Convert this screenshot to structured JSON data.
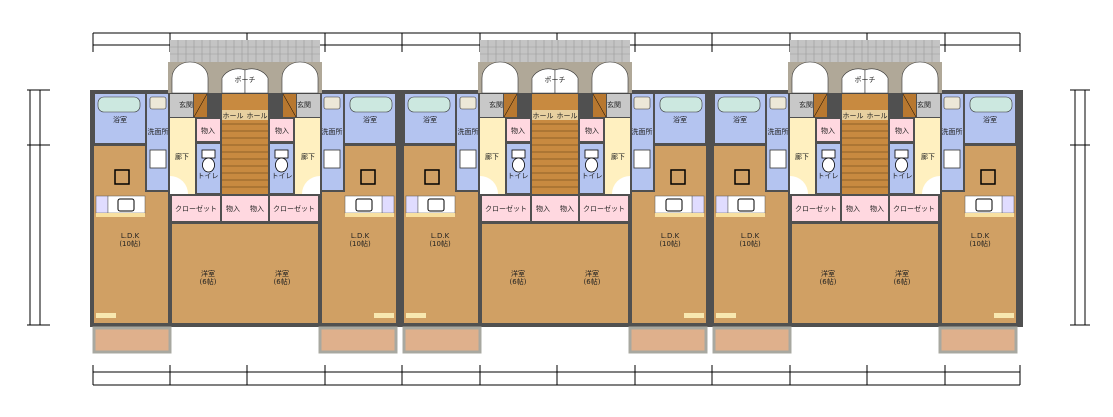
{
  "rooms": {
    "bath": "浴室",
    "washroom": "洗面所",
    "corridor": "廊下",
    "entrance": "玄関",
    "storage": "物入",
    "toilet": "トイレ",
    "hall": "ホール",
    "porch": "ポーチ",
    "closet": "クローゼット",
    "ldk": "L.D.K",
    "ldk_size": "(10帖)",
    "western": "洋室",
    "western_size": "(6帖)"
  },
  "colors": {
    "wall": "#505050",
    "floor_wood": "#d0a064",
    "wet_area": "#b4c4f0",
    "storage": "#ffd8e0",
    "corridor": "#fff0c0",
    "entrance": "#c8c8c8",
    "stair": "#c88a40",
    "balcony": "#dfb08c",
    "porch": "#b0a898"
  }
}
